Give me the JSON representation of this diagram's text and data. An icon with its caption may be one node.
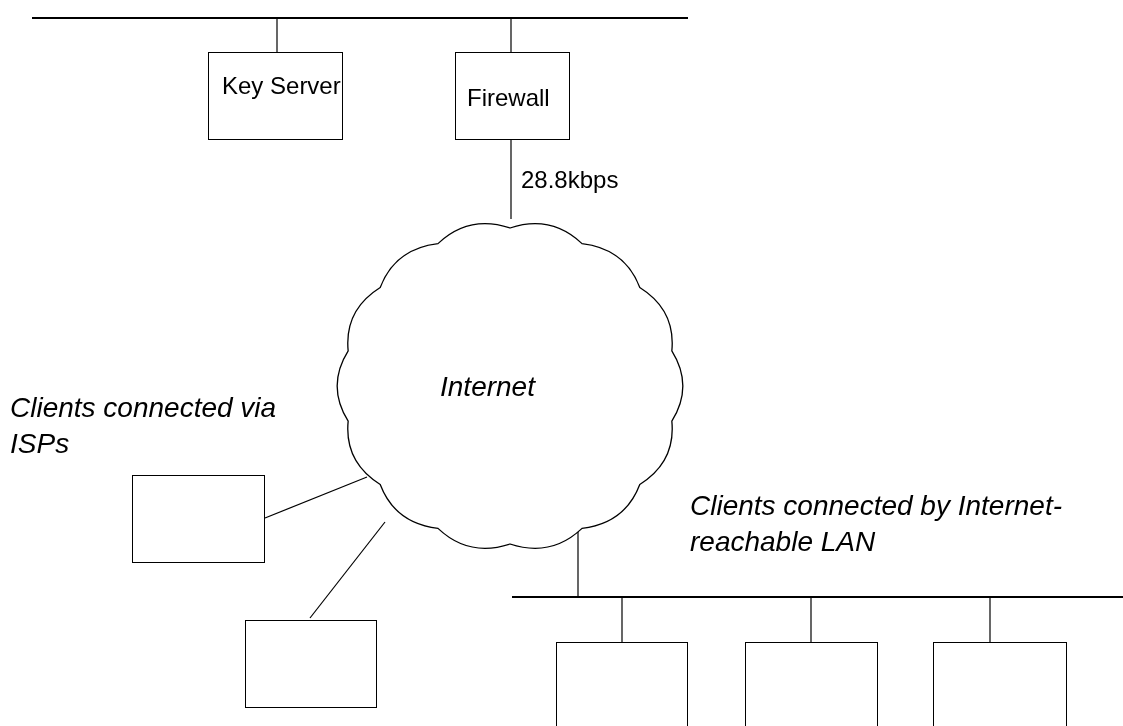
{
  "diagram": {
    "nodes": [
      {
        "text": [],
        "shape": "bar"
      },
      {
        "text": [
          "Key Server"
        ]
      },
      {
        "text": [
          "Firewall"
        ]
      },
      {
        "text": [
          "Internet"
        ]
      },
      {
        "text": [],
        "shape": "box"
      },
      {
        "text": [],
        "shape": "box"
      },
      {
        "text": [],
        "shape": "bar"
      },
      {
        "text": [],
        "shape": "box"
      },
      {
        "text": [],
        "shape": "box"
      },
      {
        "text": [],
        "shape": "box"
      }
    ],
    "edges": [
      {
        "from": 1,
        "to": 0,
        "arrow": "none"
      },
      {
        "from": 2,
        "to": 0,
        "arrow": "none"
      },
      {
        "from": 2,
        "to": 3,
        "arrow": "none",
        "label": "28.8kbps"
      },
      {
        "from": 4,
        "to": 3,
        "arrow": "none"
      },
      {
        "from": 5,
        "to": 3,
        "arrow": "none"
      },
      {
        "from": 3,
        "to": 6,
        "arrow": "none"
      },
      {
        "from": 6,
        "to": 7,
        "arrow": "none"
      },
      {
        "from": 6,
        "to": 8,
        "arrow": "none"
      },
      {
        "from": 6,
        "to": 9,
        "arrow": "none"
      }
    ],
    "labels": [
      "Clients connected via ISPs",
      "Clients connected by Internet-reachable LAN"
    ]
  }
}
